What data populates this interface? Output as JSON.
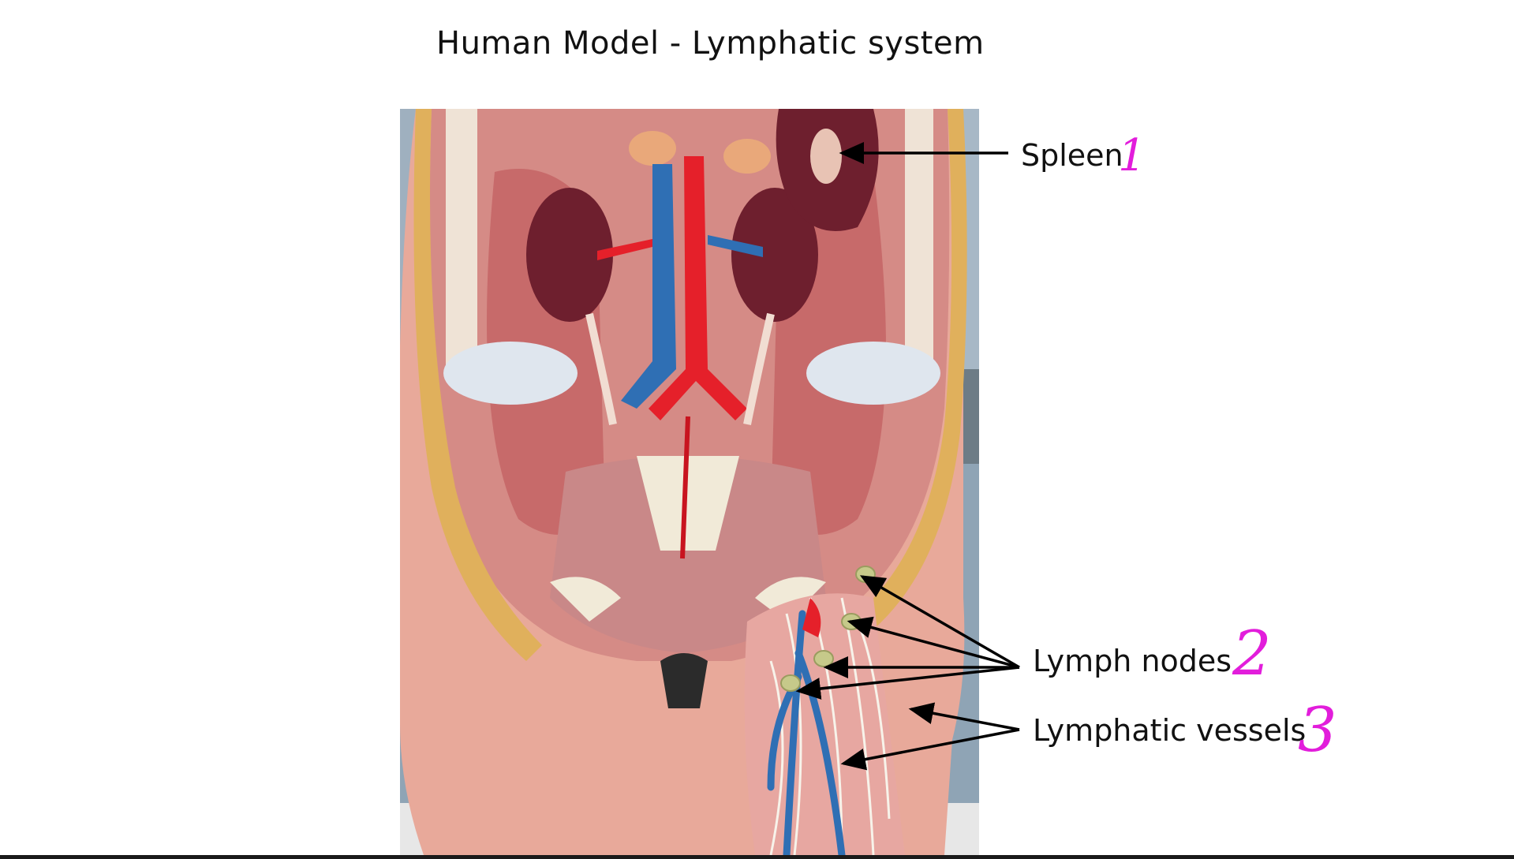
{
  "slide": {
    "title": "Human Model - Lymphatic system"
  },
  "image": {
    "description": "Anatomical torso model, posterior abdominal wall and pelvis with kidneys, aorta, vena cava and left thigh showing lymph nodes and vessels"
  },
  "labels": [
    {
      "text": "Spleen",
      "number": "1"
    },
    {
      "text": "Lymph nodes",
      "number": "2"
    },
    {
      "text": "Lymphatic vessels",
      "number": "3"
    }
  ],
  "colors": {
    "annotation_number": "#e21ddb",
    "arrow": "#000000",
    "artery": "#e5202a",
    "vein": "#2f6fb4",
    "muscle": "#c9787a",
    "skin": "#e8a99a",
    "kidney": "#6e1f2e",
    "lymph_node": "#c6c98a"
  }
}
